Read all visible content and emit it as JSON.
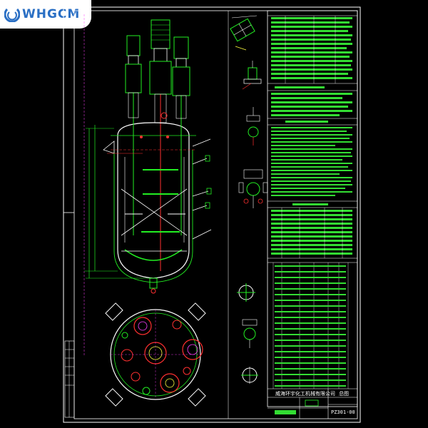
{
  "brand": {
    "name": "WHGCM"
  },
  "drawing": {
    "company_line": "威海环宇化工机械有限公司",
    "drawing_number": "PZ301-00",
    "sheet_mark": "总图"
  },
  "colors": {
    "background": "#000000",
    "linework": "#ffffff",
    "equipment": "#22ee22",
    "accent_red": "#ff3030",
    "accent_magenta": "#ff40ff",
    "accent_yellow": "#ffff40",
    "table_fill": "#33dd33",
    "brand": "#2a6fc4"
  }
}
